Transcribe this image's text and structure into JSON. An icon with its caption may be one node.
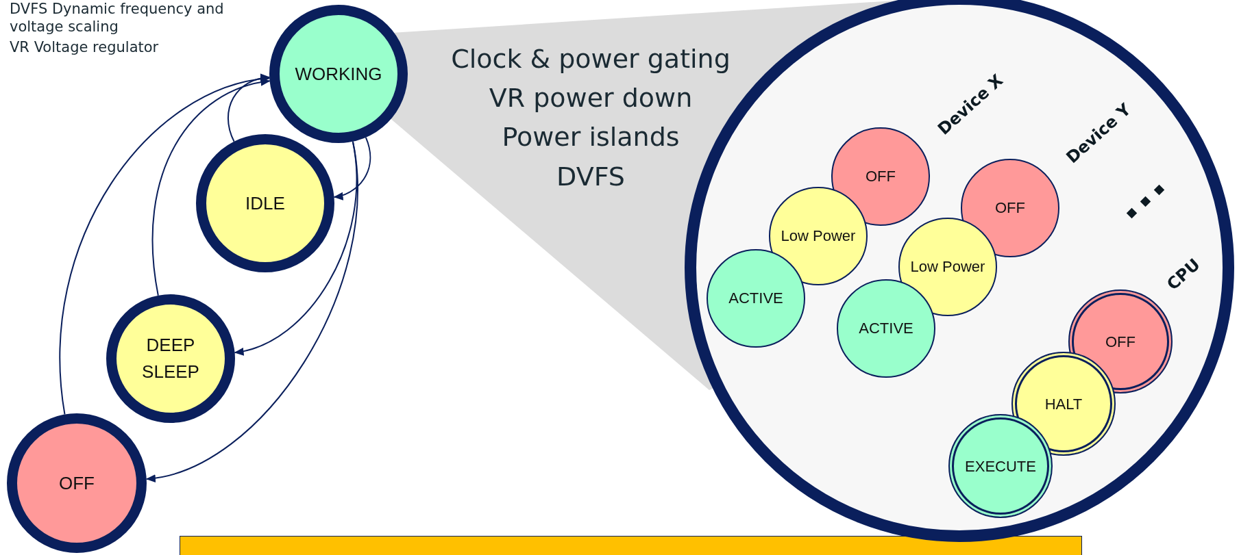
{
  "diagram": {
    "nodes": [
      {
        "text": [
          "WORKING"
        ]
      },
      {
        "text": [
          "IDLE"
        ]
      },
      {
        "text": [
          "DEEP SLEEP"
        ]
      },
      {
        "text": [
          "OFF"
        ]
      },
      {
        "text": [],
        "shape": "circle"
      },
      {
        "text": [
          "OFF"
        ],
        "in": 4
      },
      {
        "text": [
          "Low Power"
        ],
        "in": 4
      },
      {
        "text": [
          "ACTIVE"
        ],
        "in": 4
      },
      {
        "text": [
          "OFF"
        ],
        "in": 4
      },
      {
        "text": [
          "Low Power"
        ],
        "in": 4
      },
      {
        "text": [
          "ACTIVE"
        ],
        "in": 4
      },
      {
        "text": [
          "OFF"
        ],
        "in": 4
      },
      {
        "text": [
          "HALT"
        ],
        "in": 4
      },
      {
        "text": [
          "EXECUTE"
        ],
        "in": 4
      },
      {
        "text": [],
        "shape": "box"
      }
    ],
    "edges": [
      {
        "from": 1,
        "to": 0,
        "arrow": "to"
      },
      {
        "from": 2,
        "to": 0,
        "arrow": "to"
      },
      {
        "from": 3,
        "to": 0,
        "arrow": "to"
      },
      {
        "from": 0,
        "to": 1,
        "arrow": "to"
      },
      {
        "from": 0,
        "to": 2,
        "arrow": "to"
      },
      {
        "from": 0,
        "to": 3,
        "arrow": "to"
      }
    ],
    "labels": [
      "DVFS Dynamic frequency and voltage scaling",
      "VR Voltage regulator",
      "Clock & power gating",
      "VR power down",
      "Power islands",
      "DVFS",
      "Device X",
      "Device Y",
      "CPU"
    ]
  }
}
